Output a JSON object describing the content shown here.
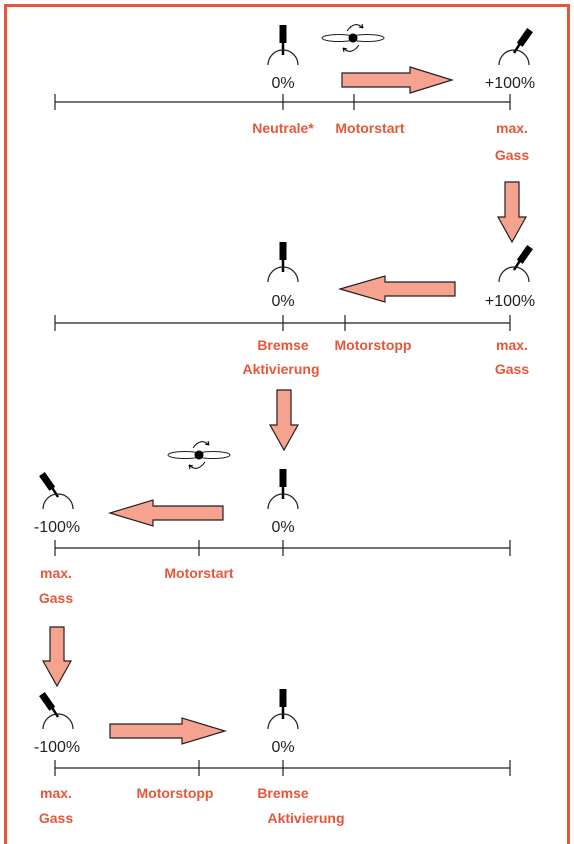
{
  "colors": {
    "frame": "#e5573a",
    "label": "#e5573a",
    "arrow_fill": "#f5a38f",
    "ink": "#231f20"
  },
  "rows": [
    {
      "name": "row-1",
      "percent_labels": [
        "0%",
        "+100%"
      ],
      "labels": [
        "Neutrale*",
        "Motorstart",
        "max.",
        "Gass"
      ]
    },
    {
      "name": "row-2",
      "percent_labels": [
        "0%",
        "+100%"
      ],
      "labels": [
        "Bremse",
        "Aktivierung",
        "Motorstopp",
        "max.",
        "Gass"
      ]
    },
    {
      "name": "row-3",
      "percent_labels": [
        "-100%",
        "0%"
      ],
      "labels": [
        "max.",
        "Gass",
        "Motorstart"
      ]
    },
    {
      "name": "row-4",
      "percent_labels": [
        "-100%",
        "0%"
      ],
      "labels": [
        "max.",
        "Gass",
        "Motorstopp",
        "Bremse",
        "Aktivierung"
      ]
    }
  ],
  "icons": [
    "throttle-stick-icon",
    "propeller-icon",
    "block-arrow-icon"
  ]
}
